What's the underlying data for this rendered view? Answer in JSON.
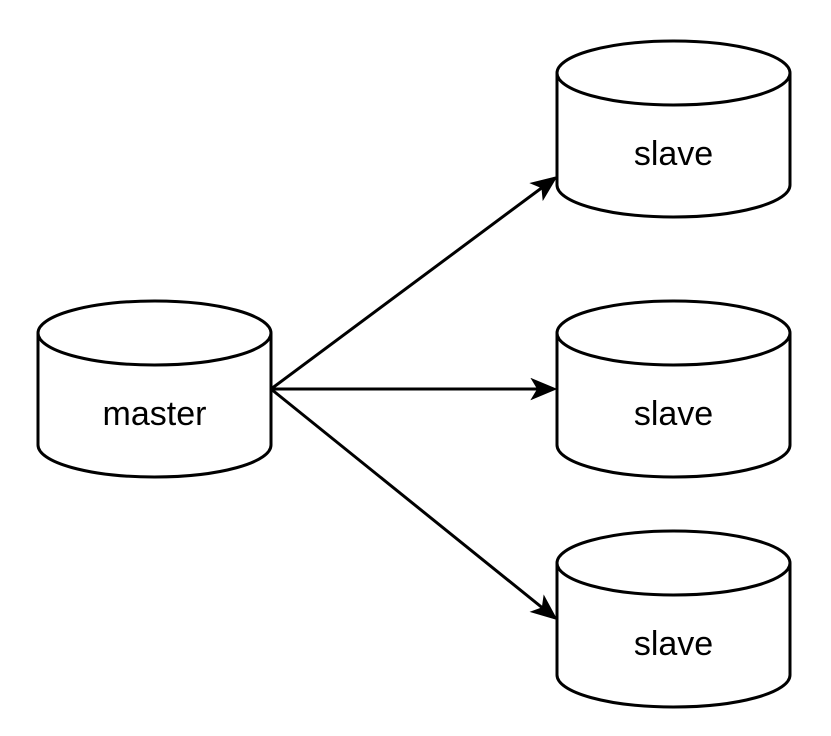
{
  "diagram": {
    "type": "database-replication-topology",
    "colors": {
      "background": "#ffffff",
      "stroke": "#000000",
      "fill": "#ffffff",
      "text": "#000000"
    },
    "nodes": [
      {
        "id": "master",
        "label": "master",
        "shape": "database-cylinder"
      },
      {
        "id": "slave-top",
        "label": "slave",
        "shape": "database-cylinder"
      },
      {
        "id": "slave-middle",
        "label": "slave",
        "shape": "database-cylinder"
      },
      {
        "id": "slave-bottom",
        "label": "slave",
        "shape": "database-cylinder"
      }
    ],
    "edges": [
      {
        "from": "master",
        "to": "slave-top",
        "style": "solid-arrow"
      },
      {
        "from": "master",
        "to": "slave-middle",
        "style": "solid-arrow"
      },
      {
        "from": "master",
        "to": "slave-bottom",
        "style": "solid-arrow"
      }
    ]
  }
}
